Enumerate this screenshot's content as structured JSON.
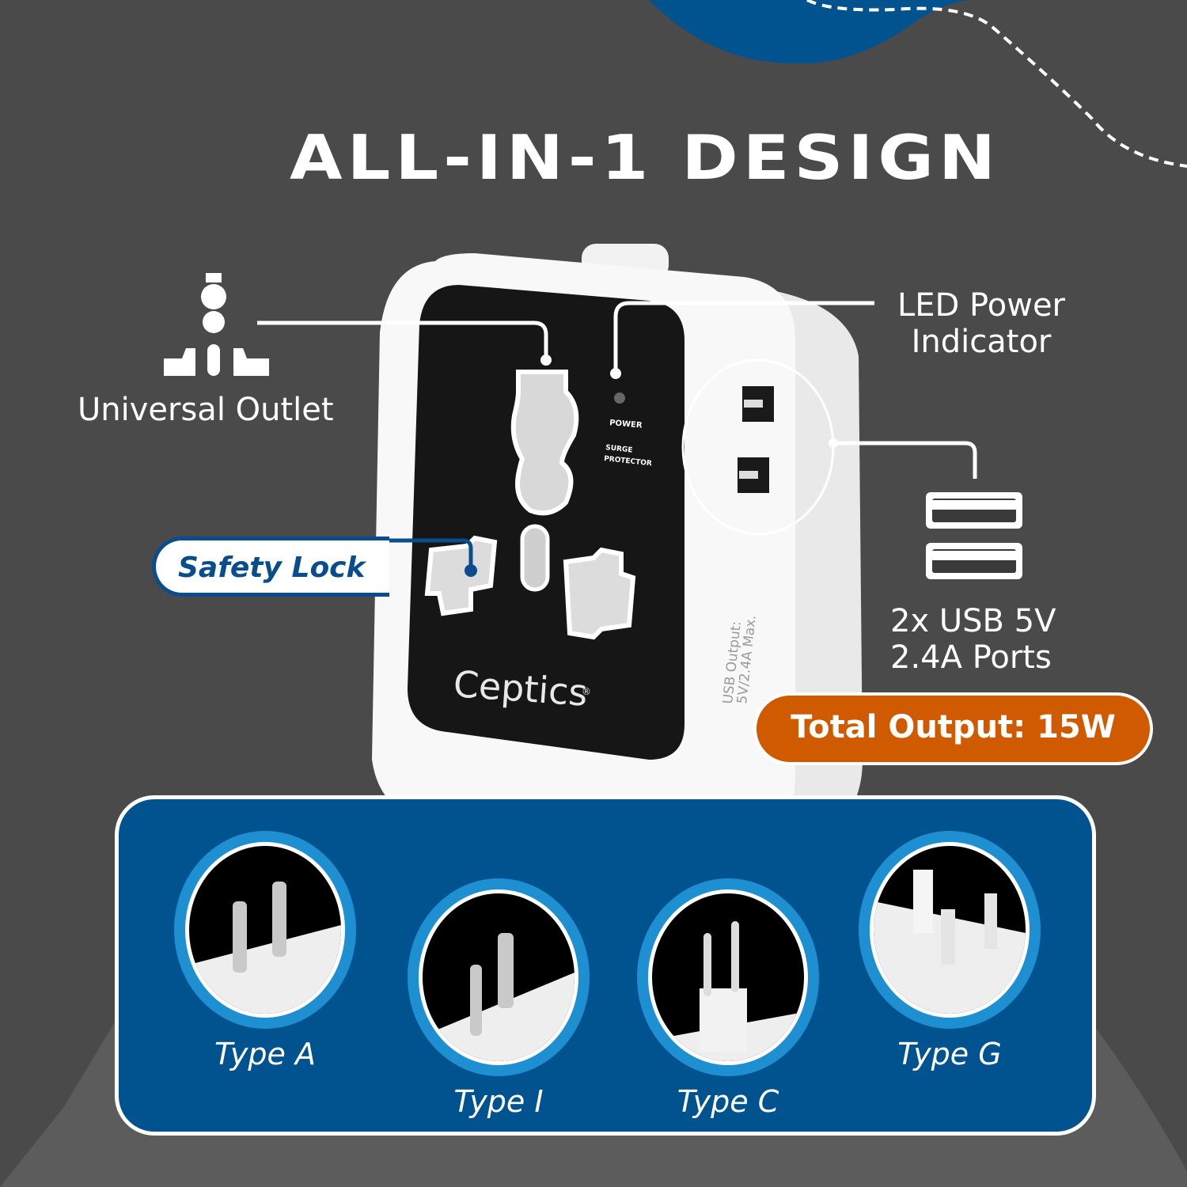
{
  "colors": {
    "background": "#4a4a4a",
    "brand_blue": "#01538f",
    "accent_light_blue": "#1e8fd0",
    "accent_orange": "#d05a00",
    "text_white": "#ffffff"
  },
  "headline": "ALL-IN-1 DESIGN",
  "callouts": {
    "universal_outlet": {
      "icon": "universal-socket-icon",
      "label": "Universal Outlet"
    },
    "led_indicator": {
      "label_line1": "LED Power",
      "label_line2": "Indicator"
    },
    "usb_ports": {
      "icon": "usb-port-icon",
      "label_line1": "2x USB 5V",
      "label_line2": "2.4A Ports"
    },
    "safety_lock": {
      "label": "Safety Lock"
    },
    "total_output": {
      "label": "Total Output: 15W"
    }
  },
  "device": {
    "brand": "Ceptics",
    "registered_mark": "®",
    "panel_labels": {
      "power": "POWER",
      "surge_line1": "SURGE",
      "surge_line2": "PROTECTOR"
    },
    "side_text_line1": "USB Output:",
    "side_text_line2": "5V/2.4A Max."
  },
  "plug_types": [
    {
      "label": "Type A"
    },
    {
      "label": "Type I"
    },
    {
      "label": "Type C"
    },
    {
      "label": "Type G"
    }
  ]
}
